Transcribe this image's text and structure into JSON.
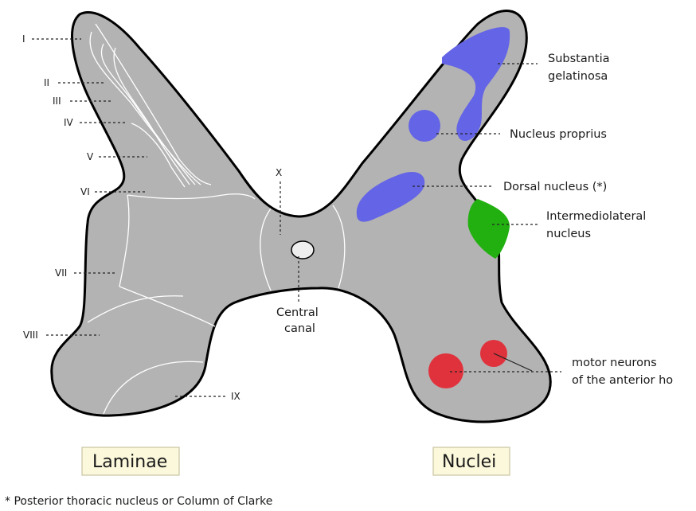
{
  "laminae": {
    "I": "I",
    "II": "II",
    "III": "III",
    "IV": "IV",
    "V": "V",
    "VI": "VI",
    "VII": "VII",
    "VIII": "VIII",
    "IX": "IX",
    "X": "X"
  },
  "nuclei": {
    "substantia_gelatinosa": [
      "Substantia",
      "gelatinosa"
    ],
    "nucleus_proprius": "Nucleus proprius",
    "dorsal_nucleus": "Dorsal nucleus (*)",
    "intermediolateral": [
      "Intermediolateral",
      "nucleus"
    ],
    "motor_neurons": [
      "motor neurons",
      "of the anterior ho"
    ]
  },
  "central_canal": [
    "Central",
    "canal"
  ],
  "legend_boxes": {
    "laminae": "Laminae",
    "nuclei": "Nuclei"
  },
  "footnote": "* Posterior thoracic nucleus or Column of Clarke",
  "colors": {
    "gray_matter": "#b3b3b3",
    "outline": "#000000",
    "blue_nuclei": "#6464e6",
    "green_nucleus": "#22b011",
    "red_nuclei": "#e0323c",
    "label_box": "#fcf8dc"
  }
}
